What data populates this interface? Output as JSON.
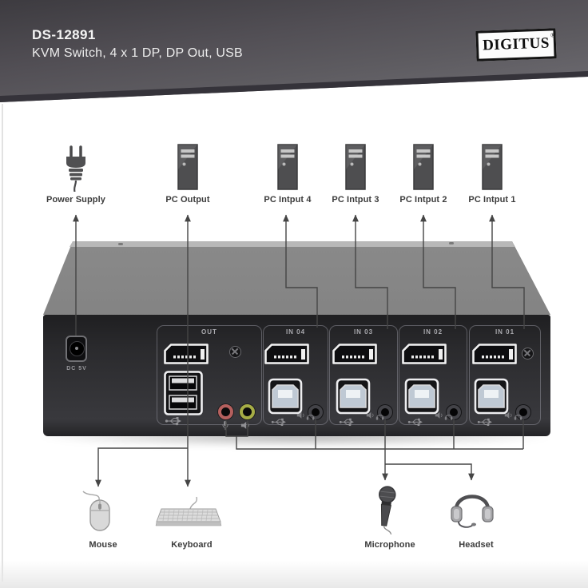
{
  "header": {
    "model": "DS-12891",
    "subtitle": "KVM Switch, 4 x 1 DP, DP Out, USB",
    "brand": "DIGITUS",
    "registered": "®"
  },
  "sources": [
    {
      "id": "power-supply",
      "label": "Power Supply",
      "icon": "power-plug-icon"
    },
    {
      "id": "pc-output",
      "label": "PC Output",
      "icon": "pc-tower-icon"
    },
    {
      "id": "pc-input-4",
      "label": "PC Intput 4",
      "icon": "pc-tower-icon"
    },
    {
      "id": "pc-input-3",
      "label": "PC Intput 3",
      "icon": "pc-tower-icon"
    },
    {
      "id": "pc-input-2",
      "label": "PC Intput 2",
      "icon": "pc-tower-icon"
    },
    {
      "id": "pc-input-1",
      "label": "PC Intput 1",
      "icon": "pc-tower-icon"
    }
  ],
  "rear_panel": {
    "dc_label": "DC 5V",
    "port_groups": [
      {
        "id": "out",
        "label": "OUT",
        "ports": [
          "displayport",
          "usb-a-dual",
          "mic-jack",
          "audio-out-jack"
        ]
      },
      {
        "id": "in-04",
        "label": "IN 04",
        "ports": [
          "displayport",
          "usb-b",
          "audio-jack"
        ]
      },
      {
        "id": "in-03",
        "label": "IN 03",
        "ports": [
          "displayport",
          "usb-b",
          "audio-jack"
        ]
      },
      {
        "id": "in-02",
        "label": "IN 02",
        "ports": [
          "displayport",
          "usb-b",
          "audio-jack"
        ]
      },
      {
        "id": "in-01",
        "label": "IN 01",
        "ports": [
          "displayport",
          "usb-b",
          "audio-jack"
        ]
      }
    ]
  },
  "peripherals": [
    {
      "id": "mouse",
      "label": "Mouse",
      "icon": "mouse-icon"
    },
    {
      "id": "keyboard",
      "label": "Keyboard",
      "icon": "keyboard-icon"
    },
    {
      "id": "microphone",
      "label": "Microphone",
      "icon": "microphone-icon"
    },
    {
      "id": "headset",
      "label": "Headset",
      "icon": "headset-icon"
    }
  ],
  "colors": {
    "header_bg": "#55535a",
    "mic_jack": "#b5605e",
    "audio_out_jack": "#a6ad46",
    "line_color": "#454545",
    "panel_bg": "#2b2b2e"
  }
}
